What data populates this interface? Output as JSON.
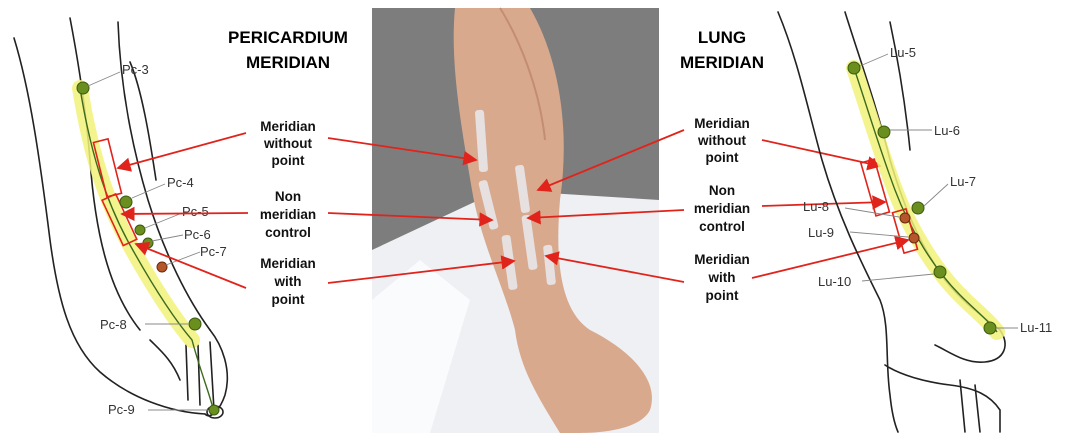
{
  "left_title": [
    "PERICARDIUM",
    "MERIDIAN"
  ],
  "right_title": [
    "LUNG",
    "MERIDIAN"
  ],
  "center_labels": {
    "without_point": [
      "Meridian",
      "without",
      "point"
    ],
    "non_meridian": [
      "Non",
      "meridian",
      "control"
    ],
    "with_point": [
      "Meridian",
      "with",
      "point"
    ]
  },
  "pericardium_points": [
    "Pc-3",
    "Pc-4",
    "Pc-5",
    "Pc-6",
    "Pc-7",
    "Pc-8",
    "Pc-9"
  ],
  "lung_points": [
    "Lu-5",
    "Lu-6",
    "Lu-7",
    "Lu-8",
    "Lu-9",
    "Lu-10",
    "Lu-11"
  ],
  "colors": {
    "arrow": "#e0241c",
    "highlight": "#f2f27a",
    "point": "#6a8f1f"
  }
}
